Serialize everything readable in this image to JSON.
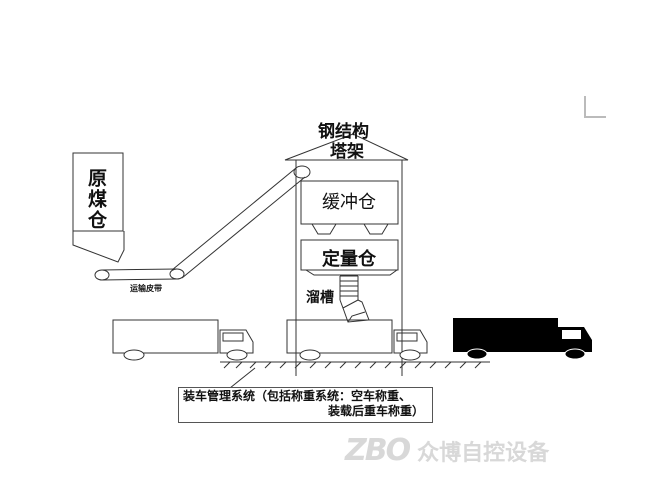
{
  "diagram": {
    "raw_coal_bin": {
      "label": "原煤仓"
    },
    "conveyor_belt": {
      "label": "运输皮带"
    },
    "steel_tower": {
      "label_line1": "钢结构",
      "label_line2": "塔架"
    },
    "buffer_bin": {
      "label": "缓冲仓"
    },
    "metering_bin": {
      "label": "定量仓"
    },
    "chute": {
      "label": "溜槽"
    },
    "loading_system": {
      "line1": "装车管理系统（包括称重系统：空车称重、",
      "line2": "装载后重车称重）"
    },
    "trucks": [
      {
        "id": "truck-left",
        "style": "outline",
        "state": "empty, waiting"
      },
      {
        "id": "truck-center",
        "style": "outline",
        "state": "loading under tower"
      },
      {
        "id": "truck-right",
        "style": "filled",
        "state": "loaded"
      }
    ],
    "colors": {
      "line": "#333333",
      "truck_filled": "#000000",
      "watermark": "#d8d8d8"
    }
  },
  "watermark": {
    "logo": "ZBO",
    "text": "众博自控设备"
  }
}
